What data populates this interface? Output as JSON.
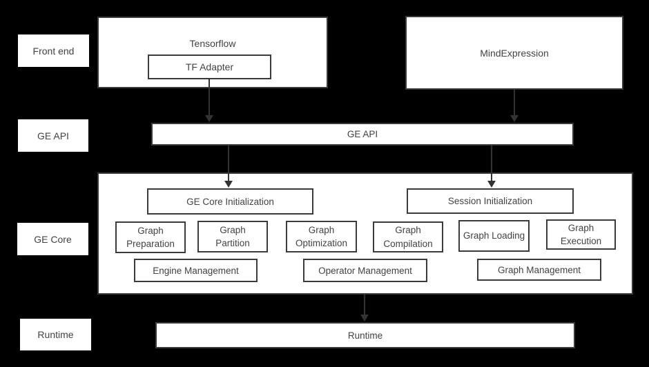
{
  "colors": {
    "background": "#000000",
    "box_fill": "#ffffff",
    "box_border": "#3a3a3a",
    "text": "#424242",
    "arrow": "#333333"
  },
  "layer_labels": {
    "front_end": "Front end",
    "ge_api": "GE API",
    "ge_core": "GE Core",
    "runtime": "Runtime"
  },
  "front_end": {
    "tensorflow_label": "Tensorflow",
    "tf_adapter_label": "TF Adapter",
    "mindexpression_label": "MindExpression"
  },
  "ge_api": {
    "bar_label": "GE API"
  },
  "ge_core": {
    "ge_core_initialization": "GE Core Initialization",
    "session_initialization": "Session Initialization",
    "modules": [
      "Graph Preparation",
      "Graph Partition",
      "Graph Optimization",
      "Graph Compilation",
      "Graph Loading",
      "Graph Execution"
    ],
    "management": [
      "Engine Management",
      "Operator Management",
      "Graph Management"
    ]
  },
  "runtime": {
    "bar_label": "Runtime"
  }
}
